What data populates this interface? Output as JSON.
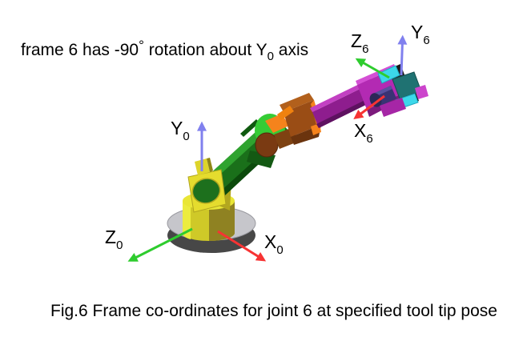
{
  "annotation": {
    "prefix": "frame 6 has -90",
    "degree": "°",
    "middle": " rotation about Y",
    "subscript": "0",
    "suffix": " axis"
  },
  "caption": "Fig.6 Frame co-ordinates for joint 6 at specified tool tip pose",
  "axes": {
    "base": [
      {
        "id": "y0",
        "label": "Y",
        "sub": "0",
        "color": "#8080ee",
        "direction": "up"
      },
      {
        "id": "z0",
        "label": "Z",
        "sub": "0",
        "color": "#2ecc2e",
        "direction": "down-left"
      },
      {
        "id": "x0",
        "label": "X",
        "sub": "0",
        "color": "#f73333",
        "direction": "down-right"
      }
    ],
    "tool": [
      {
        "id": "z6",
        "label": "Z",
        "sub": "6",
        "color": "#2ecc2e",
        "direction": "up-left"
      },
      {
        "id": "y6",
        "label": "Y",
        "sub": "6",
        "color": "#8080ee",
        "direction": "up"
      },
      {
        "id": "x6",
        "label": "X",
        "sub": "6",
        "color": "#f73333",
        "direction": "down-left"
      }
    ]
  },
  "colors": {
    "axis_y_blue": "#8080ee",
    "axis_z_green": "#2ecc2e",
    "axis_x_red": "#f73333",
    "base_gray_top": "#c6c6cb",
    "base_gray_side": "#474747",
    "base_yellow": "#cfc928",
    "bracket_yellow": "#e5dc2e",
    "arm_green": "#1a701a",
    "elbow_ring_green": "#35cc35",
    "elbow_cap_brown": "#7a3a12",
    "elbow_box_brown": "#9a4d15",
    "connector_orange": "#f5831c",
    "forearm_magenta": "#8e1d8e",
    "wrist_magenta": "#b32ab3",
    "collar_cyan": "#3cd8ea",
    "gripper_teal": "#1f7272",
    "tool_cylinder_purple": "#3a3374"
  }
}
